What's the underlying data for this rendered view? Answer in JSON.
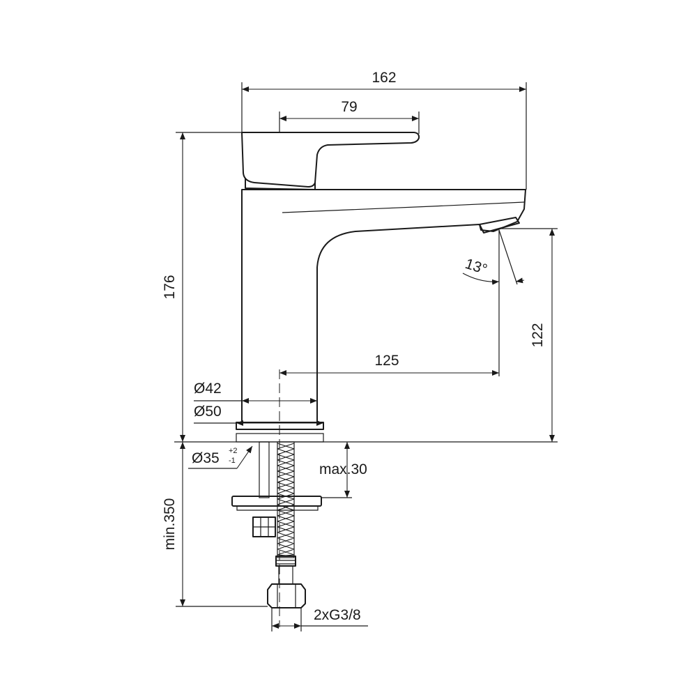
{
  "dimensions": {
    "total_length": "162",
    "lever_length": "79",
    "total_height": "176",
    "spout_reach": "125",
    "spout_height": "122",
    "body_diameter": "Ø42",
    "base_diameter": "Ø50",
    "hole_diameter": "Ø35",
    "hole_tol_plus": "+2",
    "hole_tol_minus": "-1",
    "max_deck": "max.30",
    "min_hose": "min.350",
    "connection": "2xG3/8",
    "spray_angle": "13°"
  }
}
